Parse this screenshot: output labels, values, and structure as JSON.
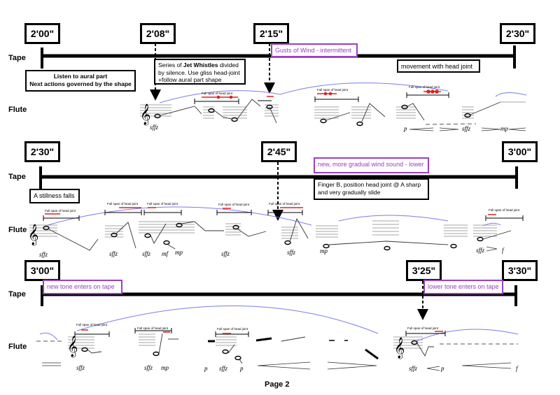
{
  "rows": {
    "tape": "Tape",
    "flute": "Flute"
  },
  "systems": [
    {
      "times": [
        "2'00\"",
        "2'08\"",
        "2'15\"",
        "2'30\""
      ],
      "instructions": {
        "listen_line1": "Listen to aural part",
        "listen_line2": "Next actions governed by the shape",
        "jet_pre": "Series of ",
        "jet_bold": "Jet Whistles",
        "jet_post": " divided by silence. Use gliss head-joint +follow aural part shape",
        "movement": "movement with head joint"
      },
      "tape_cues": [
        "Gusts of Wind - intermittent"
      ]
    },
    {
      "times": [
        "2'30\"",
        "2'45\"",
        "3'00\""
      ],
      "instructions": {
        "stillness": "A stillness falls",
        "finger": "Finger B, position head joint @ A sharp and very gradually slide"
      },
      "tape_cues": [
        "new, more gradual wind sound - lower"
      ]
    },
    {
      "times": [
        "3'00\"",
        "3'25\"",
        "3'30\""
      ],
      "tape_cues": [
        "new tone enters on tape",
        "lower tone enters on tape"
      ]
    }
  ],
  "head_joint_label": "Full span of head joint",
  "dynamics": {
    "sffz": "sffz",
    "mf": "mf",
    "mp": "mp",
    "p": "p",
    "f": "f"
  },
  "footer": {
    "page": "Page 2"
  },
  "colors": {
    "tape_cue": "#9b3fc0",
    "head_joint_marker": "#e02020",
    "aural_contour": "#7b7bef"
  }
}
